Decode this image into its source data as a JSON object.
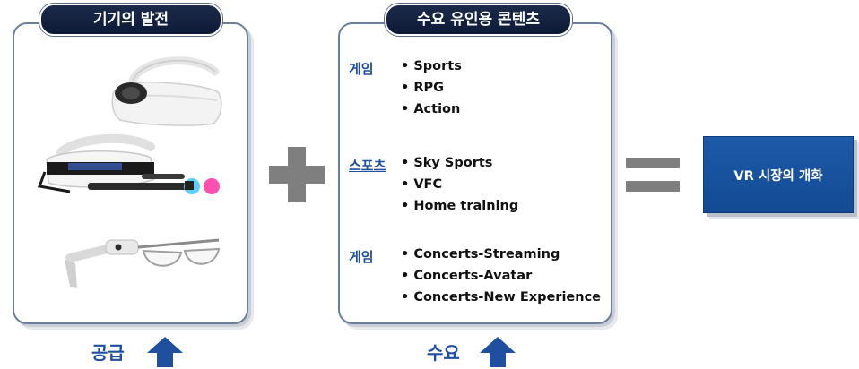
{
  "supply_panel": {
    "title": "기기의 발전",
    "devices": [
      "vr-headset-icon",
      "playstation-vr-icon",
      "smart-glasses-icon"
    ]
  },
  "demand_panel": {
    "title": "수요 유인용 콘텐츠",
    "groups": [
      {
        "category": "게임",
        "items": [
          "Sports",
          "RPG",
          "Action"
        ]
      },
      {
        "category": "스포츠",
        "items": [
          "Sky Sports",
          "VFC",
          "Home training"
        ]
      },
      {
        "category": "게임",
        "items": [
          "Concerts-Streaming",
          "Concerts-Avatar",
          "Concerts-New Experience"
        ]
      }
    ]
  },
  "operators": {
    "plus": "plus-icon",
    "equals": "equals-icon"
  },
  "result": {
    "label": "VR 시장의 개화"
  },
  "bottom": {
    "supply_label": "공급",
    "demand_label": "수요"
  },
  "colors": {
    "navy": "#0d1a36",
    "accent_blue": "#1f4f9e",
    "result_blue": "#134a93",
    "operator_gray": "#7f7f7f",
    "border": "#6b7f9a"
  }
}
